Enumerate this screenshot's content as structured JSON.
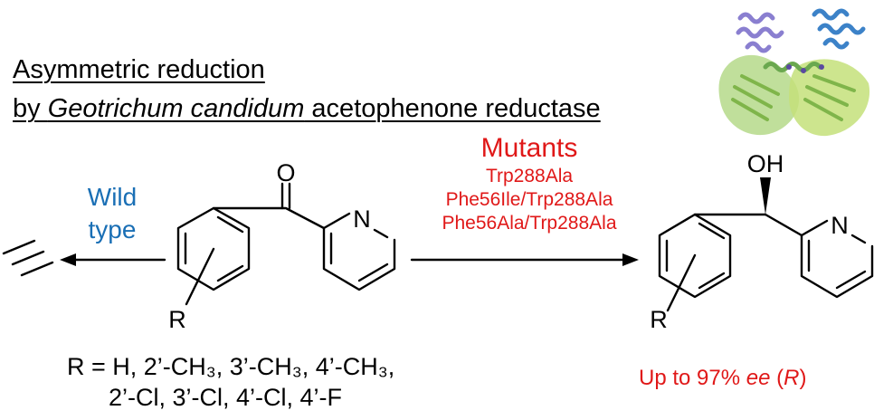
{
  "title": {
    "line1": "Asymmetric reduction",
    "line2_prefix": "by ",
    "line2_species": "Geotrichum candidum",
    "line2_suffix": " acetophenone reductase"
  },
  "wild_type": {
    "line1": "Wild",
    "line2": "type"
  },
  "mutants": {
    "heading": "Mutants",
    "items": [
      "Trp288Ala",
      "Phe56Ile/Trp288Ala",
      "Phe56Ala/Trp288Ala"
    ]
  },
  "substrate": {
    "carbonyl_O": "O",
    "pyridine_N": "N",
    "substituent": "R"
  },
  "product": {
    "hydroxyl": "OH",
    "pyridine_N": "N",
    "substituent": "R"
  },
  "r_groups": {
    "line1": "R = H, 2’-CH₃, 3’-CH₃, 4’-CH₃,",
    "line2": "2’-Cl, 3’-Cl, 4’-Cl, 4’-F"
  },
  "result": {
    "prefix": "Up to 97% ",
    "ee": "ee",
    "open_paren": " (",
    "config": "R",
    "close_paren": ")"
  },
  "colors": {
    "blue": "#1a6fb5",
    "red": "#e01818",
    "text": "#000000"
  },
  "icons": {
    "no_reaction": "triple-slash-no-reaction-icon",
    "protein": "protein-structure-icon"
  }
}
